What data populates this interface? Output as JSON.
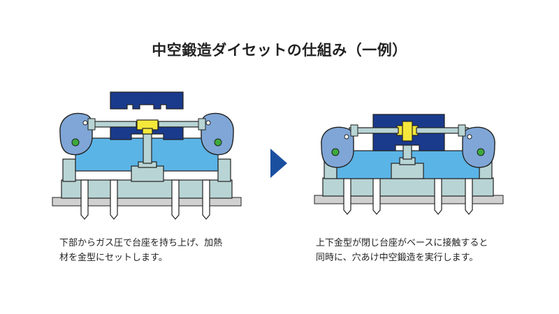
{
  "title": "中空鍛造ダイセットの仕組み（一例）",
  "captions": {
    "left": [
      "下部からガス圧で台座を持ち上げ、加熱",
      "材を金型にセットします。"
    ],
    "right": [
      "上下金型が閉じ台座がベースに接触すると",
      "同時に、穴あけ中空鍛造を実行します。"
    ]
  },
  "colors": {
    "die_blue": "#1a3a8c",
    "light_blue": "#5bb4e6",
    "arm_blue": "#7fa6d6",
    "base_gray": "#b8d4d4",
    "yellow": "#f5e83a",
    "green": "#3caa3c",
    "arrow_blue": "#1a4fa0",
    "floor": "#d0d0d0"
  }
}
